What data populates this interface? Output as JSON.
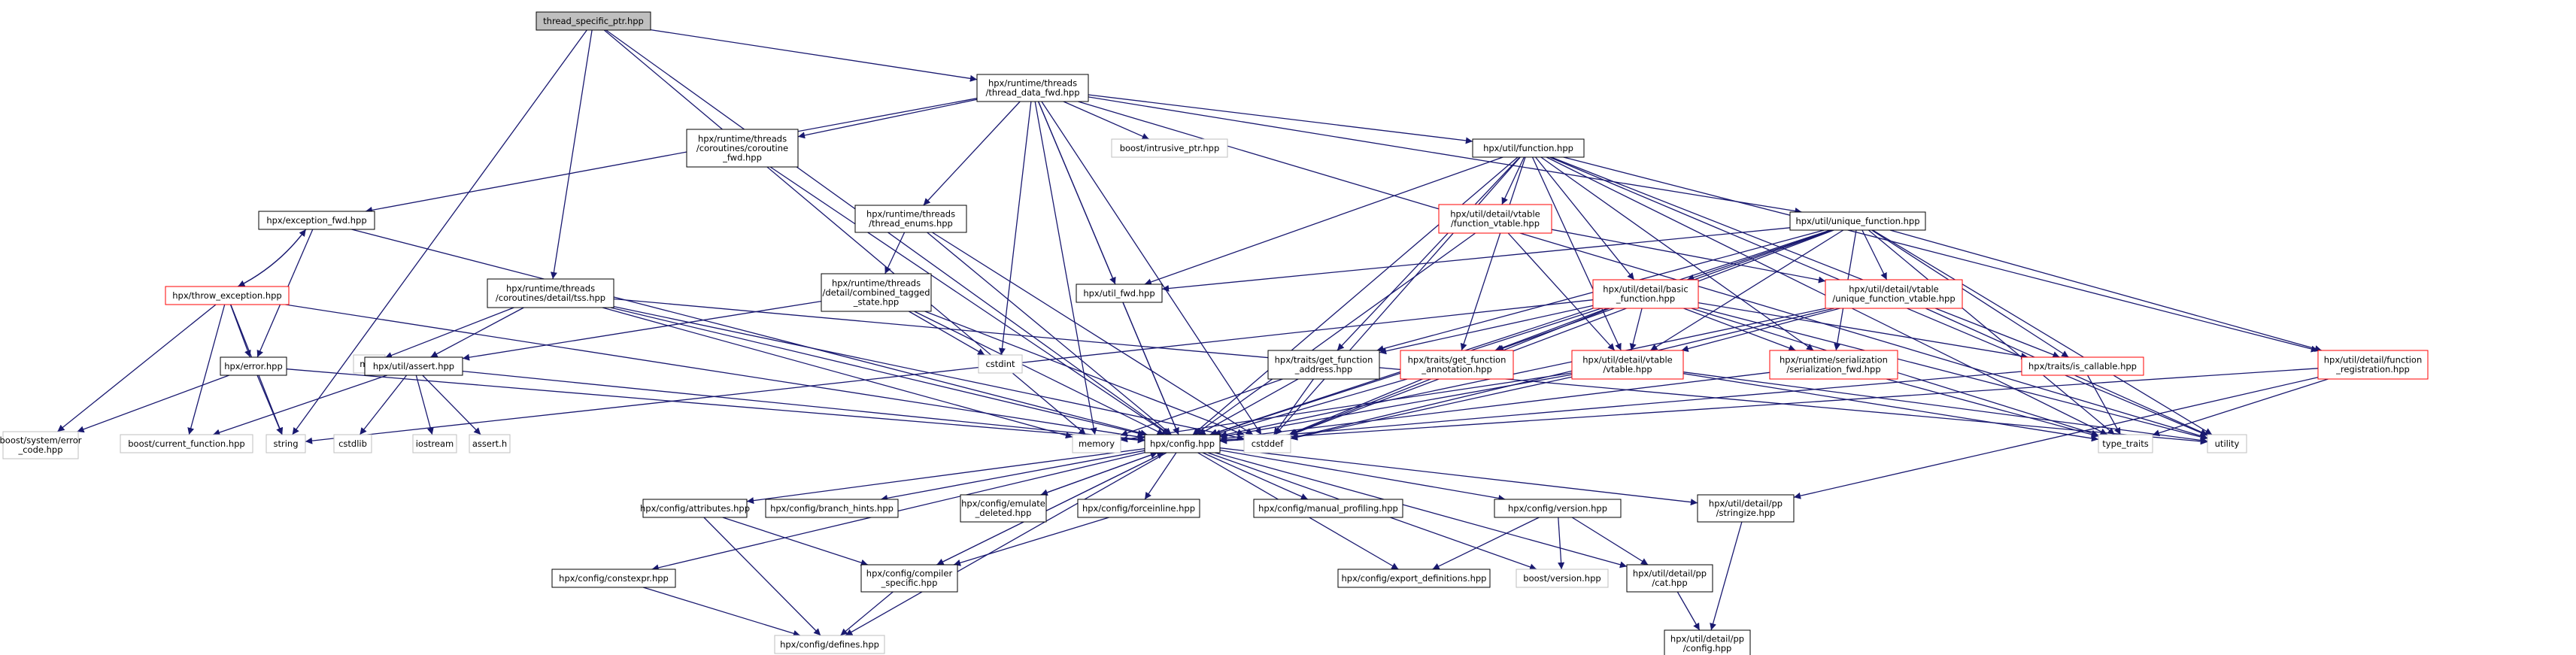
{
  "diagram": {
    "nodes": [
      {
        "id": "root",
        "lines": [
          "thread_specific_ptr.hpp"
        ],
        "style": "root"
      },
      {
        "id": "tdfwd",
        "lines": [
          "hpx/runtime/threads",
          "/thread_data_fwd.hpp"
        ],
        "style": "normal"
      },
      {
        "id": "corofwd",
        "lines": [
          "hpx/runtime/threads",
          "/coroutines/coroutine",
          "_fwd.hpp"
        ],
        "style": "normal"
      },
      {
        "id": "intrusive",
        "lines": [
          "boost/intrusive_ptr.hpp"
        ],
        "style": "external"
      },
      {
        "id": "function",
        "lines": [
          "hpx/util/function.hpp"
        ],
        "style": "normal"
      },
      {
        "id": "excfwd",
        "lines": [
          "hpx/exception_fwd.hpp"
        ],
        "style": "normal"
      },
      {
        "id": "threnums",
        "lines": [
          "hpx/runtime/threads",
          "/thread_enums.hpp"
        ],
        "style": "normal"
      },
      {
        "id": "funcvtable",
        "lines": [
          "hpx/util/detail/vtable",
          "/function_vtable.hpp"
        ],
        "style": "truncated"
      },
      {
        "id": "uniquefunc",
        "lines": [
          "hpx/util/unique_function.hpp"
        ],
        "style": "normal"
      },
      {
        "id": "throwexc",
        "lines": [
          "hpx/throw_exception.hpp"
        ],
        "style": "truncated"
      },
      {
        "id": "tss",
        "lines": [
          "hpx/runtime/threads",
          "/coroutines/detail/tss.hpp"
        ],
        "style": "normal"
      },
      {
        "id": "combined",
        "lines": [
          "hpx/runtime/threads",
          "/detail/combined_tagged",
          "_state.hpp"
        ],
        "style": "normal"
      },
      {
        "id": "utilfwd",
        "lines": [
          "hpx/util_fwd.hpp"
        ],
        "style": "normal"
      },
      {
        "id": "basicfunc",
        "lines": [
          "hpx/util/detail/basic",
          "_function.hpp"
        ],
        "style": "truncated"
      },
      {
        "id": "uniqvtable",
        "lines": [
          "hpx/util/detail/vtable",
          "/unique_function_vtable.hpp"
        ],
        "style": "truncated"
      },
      {
        "id": "map",
        "lines": [
          "map"
        ],
        "style": "external"
      },
      {
        "id": "errorhpp",
        "lines": [
          "hpx/error.hpp"
        ],
        "style": "normal"
      },
      {
        "id": "assert",
        "lines": [
          "hpx/util/assert.hpp"
        ],
        "style": "normal"
      },
      {
        "id": "cstdint",
        "lines": [
          "cstdint"
        ],
        "style": "external"
      },
      {
        "id": "getfuncaddr",
        "lines": [
          "hpx/traits/get_function",
          "_address.hpp"
        ],
        "style": "normal"
      },
      {
        "id": "getfuncann",
        "lines": [
          "hpx/traits/get_function",
          "_annotation.hpp"
        ],
        "style": "truncated"
      },
      {
        "id": "vtable",
        "lines": [
          "hpx/util/detail/vtable",
          "/vtable.hpp"
        ],
        "style": "truncated"
      },
      {
        "id": "serfwd",
        "lines": [
          "hpx/runtime/serialization",
          "/serialization_fwd.hpp"
        ],
        "style": "truncated"
      },
      {
        "id": "iscallable",
        "lines": [
          "hpx/traits/is_callable.hpp"
        ],
        "style": "truncated"
      },
      {
        "id": "funcreg",
        "lines": [
          "hpx/util/detail/function",
          "_registration.hpp"
        ],
        "style": "truncated"
      },
      {
        "id": "syserr",
        "lines": [
          "boost/system/error",
          "_code.hpp"
        ],
        "style": "external"
      },
      {
        "id": "curfunc",
        "lines": [
          "boost/current_function.hpp"
        ],
        "style": "external"
      },
      {
        "id": "string",
        "lines": [
          "string"
        ],
        "style": "external"
      },
      {
        "id": "cstdlib",
        "lines": [
          "cstdlib"
        ],
        "style": "external"
      },
      {
        "id": "iostream",
        "lines": [
          "iostream"
        ],
        "style": "external"
      },
      {
        "id": "asserth",
        "lines": [
          "assert.h"
        ],
        "style": "external"
      },
      {
        "id": "memory",
        "lines": [
          "memory"
        ],
        "style": "external"
      },
      {
        "id": "config",
        "lines": [
          "hpx/config.hpp"
        ],
        "style": "normal"
      },
      {
        "id": "cstddef",
        "lines": [
          "cstddef"
        ],
        "style": "external"
      },
      {
        "id": "typetraits",
        "lines": [
          "type_traits"
        ],
        "style": "external"
      },
      {
        "id": "utility",
        "lines": [
          "utility"
        ],
        "style": "external"
      },
      {
        "id": "attributes",
        "lines": [
          "hpx/config/attributes.hpp"
        ],
        "style": "normal"
      },
      {
        "id": "branchhints",
        "lines": [
          "hpx/config/branch_hints.hpp"
        ],
        "style": "normal"
      },
      {
        "id": "emulatedel",
        "lines": [
          "hpx/config/emulate",
          "_deleted.hpp"
        ],
        "style": "normal"
      },
      {
        "id": "forceinline",
        "lines": [
          "hpx/config/forceinline.hpp"
        ],
        "style": "normal"
      },
      {
        "id": "manualprof",
        "lines": [
          "hpx/config/manual_profiling.hpp"
        ],
        "style": "normal"
      },
      {
        "id": "version",
        "lines": [
          "hpx/config/version.hpp"
        ],
        "style": "normal"
      },
      {
        "id": "stringize",
        "lines": [
          "hpx/util/detail/pp",
          "/stringize.hpp"
        ],
        "style": "normal"
      },
      {
        "id": "constexpr",
        "lines": [
          "hpx/config/constexpr.hpp"
        ],
        "style": "normal"
      },
      {
        "id": "compspecific",
        "lines": [
          "hpx/config/compiler",
          "_specific.hpp"
        ],
        "style": "normal"
      },
      {
        "id": "exportdefs",
        "lines": [
          "hpx/config/export_definitions.hpp"
        ],
        "style": "normal"
      },
      {
        "id": "boostversion",
        "lines": [
          "boost/version.hpp"
        ],
        "style": "external"
      },
      {
        "id": "cathpp",
        "lines": [
          "hpx/util/detail/pp",
          "/cat.hpp"
        ],
        "style": "normal"
      },
      {
        "id": "defines",
        "lines": [
          "hpx/config/defines.hpp"
        ],
        "style": "external"
      },
      {
        "id": "ppconfig",
        "lines": [
          "hpx/util/detail/pp",
          "/config.hpp"
        ],
        "style": "normal"
      }
    ],
    "edges": [
      [
        "root",
        "tdfwd"
      ],
      [
        "root",
        "tss"
      ],
      [
        "root",
        "config"
      ],
      [
        "root",
        "string"
      ],
      [
        "root",
        "memory"
      ],
      [
        "tdfwd",
        "excfwd"
      ],
      [
        "tdfwd",
        "corofwd"
      ],
      [
        "tdfwd",
        "threnums"
      ],
      [
        "tdfwd",
        "intrusive"
      ],
      [
        "tdfwd",
        "function"
      ],
      [
        "tdfwd",
        "utilfwd"
      ],
      [
        "tdfwd",
        "cstdint"
      ],
      [
        "tdfwd",
        "cstddef"
      ],
      [
        "tdfwd",
        "config"
      ],
      [
        "tdfwd",
        "uniquefunc"
      ],
      [
        "tdfwd",
        "utility"
      ],
      [
        "tdfwd",
        "memory"
      ],
      [
        "corofwd",
        "config"
      ],
      [
        "function",
        "funcvtable"
      ],
      [
        "function",
        "basicfunc"
      ],
      [
        "function",
        "getfuncaddr"
      ],
      [
        "function",
        "getfuncann"
      ],
      [
        "function",
        "vtable"
      ],
      [
        "function",
        "serfwd"
      ],
      [
        "function",
        "iscallable"
      ],
      [
        "function",
        "funcreg"
      ],
      [
        "function",
        "config"
      ],
      [
        "function",
        "cstddef"
      ],
      [
        "function",
        "typetraits"
      ],
      [
        "function",
        "utility"
      ],
      [
        "function",
        "utilfwd"
      ],
      [
        "excfwd",
        "throwexc"
      ],
      [
        "excfwd",
        "errorhpp"
      ],
      [
        "excfwd",
        "config"
      ],
      [
        "throwexc",
        "excfwd"
      ],
      [
        "throwexc",
        "errorhpp"
      ],
      [
        "throwexc",
        "syserr"
      ],
      [
        "throwexc",
        "curfunc"
      ],
      [
        "throwexc",
        "string"
      ],
      [
        "throwexc",
        "config"
      ],
      [
        "threnums",
        "combined"
      ],
      [
        "threnums",
        "config"
      ],
      [
        "threnums",
        "cstddef"
      ],
      [
        "combined",
        "assert"
      ],
      [
        "combined",
        "cstdint"
      ],
      [
        "combined",
        "cstddef"
      ],
      [
        "combined",
        "config"
      ],
      [
        "tss",
        "map"
      ],
      [
        "tss",
        "assert"
      ],
      [
        "tss",
        "config"
      ],
      [
        "tss",
        "memory"
      ],
      [
        "tss",
        "utility"
      ],
      [
        "tss",
        "cstddef"
      ],
      [
        "errorhpp",
        "syserr"
      ],
      [
        "errorhpp",
        "string"
      ],
      [
        "errorhpp",
        "config"
      ],
      [
        "assert",
        "cstdlib"
      ],
      [
        "assert",
        "iostream"
      ],
      [
        "assert",
        "asserth"
      ],
      [
        "assert",
        "curfunc"
      ],
      [
        "assert",
        "config"
      ],
      [
        "utilfwd",
        "config"
      ],
      [
        "funcvtable",
        "vtable"
      ],
      [
        "funcvtable",
        "uniqvtable"
      ],
      [
        "funcvtable",
        "config"
      ],
      [
        "uniquefunc",
        "basicfunc"
      ],
      [
        "uniquefunc",
        "uniqvtable"
      ],
      [
        "uniquefunc",
        "getfuncaddr"
      ],
      [
        "uniquefunc",
        "getfuncann"
      ],
      [
        "uniquefunc",
        "vtable"
      ],
      [
        "uniquefunc",
        "serfwd"
      ],
      [
        "uniquefunc",
        "iscallable"
      ],
      [
        "uniquefunc",
        "funcreg"
      ],
      [
        "uniquefunc",
        "config"
      ],
      [
        "uniquefunc",
        "cstddef"
      ],
      [
        "uniquefunc",
        "typetraits"
      ],
      [
        "uniquefunc",
        "utility"
      ],
      [
        "uniquefunc",
        "utilfwd"
      ],
      [
        "basicfunc",
        "getfuncaddr"
      ],
      [
        "basicfunc",
        "getfuncann"
      ],
      [
        "basicfunc",
        "vtable"
      ],
      [
        "basicfunc",
        "serfwd"
      ],
      [
        "basicfunc",
        "iscallable"
      ],
      [
        "basicfunc",
        "config"
      ],
      [
        "basicfunc",
        "cstddef"
      ],
      [
        "basicfunc",
        "typetraits"
      ],
      [
        "basicfunc",
        "utility"
      ],
      [
        "basicfunc",
        "string"
      ],
      [
        "uniqvtable",
        "vtable"
      ],
      [
        "uniqvtable",
        "config"
      ],
      [
        "uniqvtable",
        "cstddef"
      ],
      [
        "uniqvtable",
        "utility"
      ],
      [
        "getfuncaddr",
        "config"
      ],
      [
        "getfuncaddr",
        "cstddef"
      ],
      [
        "getfuncaddr",
        "memory"
      ],
      [
        "getfuncann",
        "config"
      ],
      [
        "getfuncann",
        "cstddef"
      ],
      [
        "vtable",
        "config"
      ],
      [
        "vtable",
        "cstddef"
      ],
      [
        "vtable",
        "memory"
      ],
      [
        "vtable",
        "typetraits"
      ],
      [
        "vtable",
        "utility"
      ],
      [
        "serfwd",
        "config"
      ],
      [
        "serfwd",
        "typetraits"
      ],
      [
        "iscallable",
        "config"
      ],
      [
        "iscallable",
        "typetraits"
      ],
      [
        "funcreg",
        "config"
      ],
      [
        "funcreg",
        "typetraits"
      ],
      [
        "funcreg",
        "stringize"
      ],
      [
        "config",
        "attributes"
      ],
      [
        "config",
        "branchhints"
      ],
      [
        "config",
        "emulatedel"
      ],
      [
        "config",
        "forceinline"
      ],
      [
        "config",
        "manualprof"
      ],
      [
        "config",
        "version"
      ],
      [
        "config",
        "stringize"
      ],
      [
        "config",
        "constexpr"
      ],
      [
        "config",
        "compspecific"
      ],
      [
        "config",
        "exportdefs"
      ],
      [
        "config",
        "boostversion"
      ],
      [
        "config",
        "cathpp"
      ],
      [
        "config",
        "defines"
      ],
      [
        "attributes",
        "compspecific"
      ],
      [
        "attributes",
        "defines"
      ],
      [
        "emulatedel",
        "config"
      ],
      [
        "forceinline",
        "compspecific"
      ],
      [
        "compspecific",
        "config"
      ],
      [
        "compspecific",
        "defines"
      ],
      [
        "constexpr",
        "defines"
      ],
      [
        "version",
        "exportdefs"
      ],
      [
        "version",
        "boostversion"
      ],
      [
        "version",
        "cathpp"
      ],
      [
        "stringize",
        "ppconfig"
      ],
      [
        "cathpp",
        "ppconfig"
      ]
    ],
    "colors": {
      "edge": "#191970",
      "root_fill": "#bfbfbf",
      "border": "#000000",
      "truncated_border": "#ff0000",
      "external_border": "#bfbfbf",
      "external_text": "#555555",
      "node_fill": "#ffffff"
    }
  }
}
